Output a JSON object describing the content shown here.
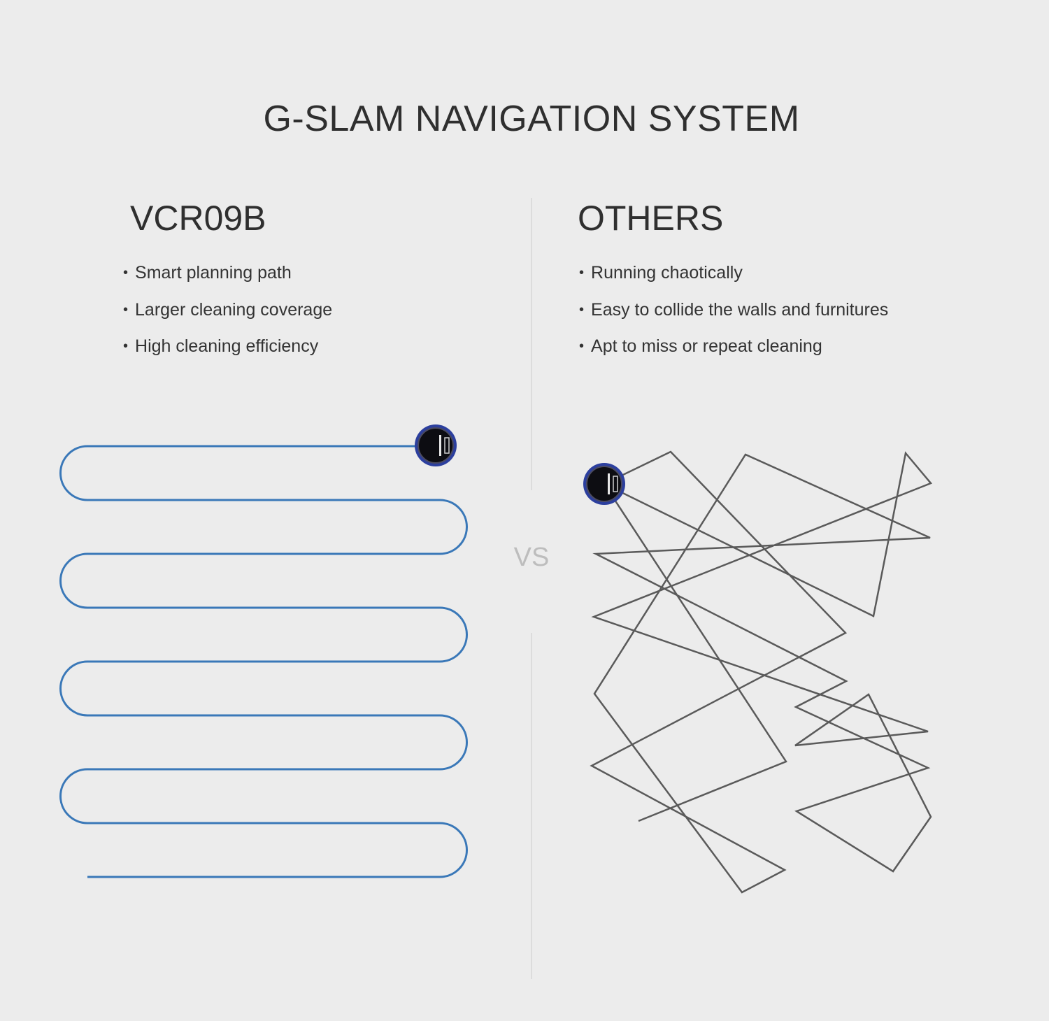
{
  "title": "G-SLAM NAVIGATION SYSTEM",
  "vs_label": "VS",
  "left": {
    "heading": "VCR09B",
    "features": [
      "Smart planning path",
      "Larger cleaning coverage",
      "High cleaning efficiency"
    ],
    "path_style": "systematic zigzag",
    "path_color": "#3a78b8"
  },
  "right": {
    "heading": "OTHERS",
    "features": [
      "Running chaotically",
      "Easy to collide the walls and furnitures",
      "Apt to miss or repeat cleaning"
    ],
    "path_style": "random chaotic",
    "path_color": "#5a5a5a"
  },
  "robot_icon": "robot-vacuum-icon",
  "robot_ring_color": "#2c3f9e"
}
